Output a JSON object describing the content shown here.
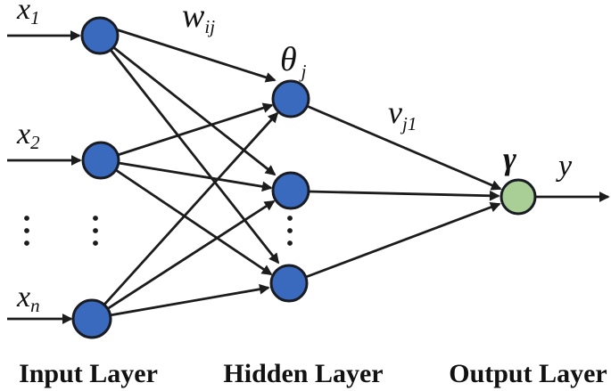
{
  "diagram": {
    "type": "neural-network",
    "colors": {
      "background": "#ffffff",
      "input_node_fill": "#3a6abe",
      "hidden_node_fill": "#3a6abe",
      "output_node_fill": "#a9cf96",
      "node_border": "#1a1c24",
      "edge": "#1c1c1c",
      "text": "#121212"
    },
    "input_labels": [
      {
        "base": "x",
        "sub": "1"
      },
      {
        "base": "x",
        "sub": "2"
      },
      {
        "base": "x",
        "sub": "n"
      }
    ],
    "annotations": {
      "input_hidden_weight": {
        "base": "w",
        "sub": "ij"
      },
      "hidden_threshold": {
        "base": "θ",
        "sub": "j"
      },
      "hidden_output_weight": {
        "base": "v",
        "sub": "j1"
      },
      "output_activation": "γ",
      "output_signal": "y"
    },
    "captions": {
      "input": "Input Layer",
      "hidden": "Hidden Layer",
      "output": "Output Layer"
    },
    "ellipsis_icon": "vertical-ellipsis"
  }
}
